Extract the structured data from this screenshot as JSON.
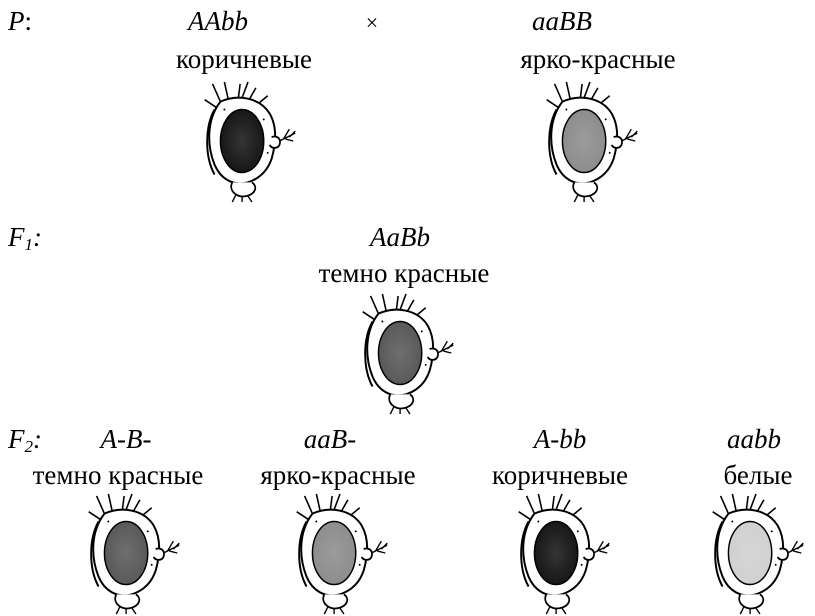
{
  "parents": {
    "label": "P",
    "label_suffix": ":",
    "cross_symbol": "×",
    "left": {
      "genotype": "AAbb",
      "phenotype": "коричневые",
      "eye_shade": "brown",
      "eye_color": "#111111"
    },
    "right": {
      "genotype": "aaBB",
      "phenotype": "ярко-красные",
      "eye_shade": "bright-red",
      "eye_color": "#8a8a8a"
    }
  },
  "f1": {
    "label": "F",
    "label_sub": "1",
    "label_suffix": ":",
    "genotype": "AaBb",
    "phenotype": "темно красные",
    "eye_shade": "dark-red",
    "eye_color": "#555555"
  },
  "f2": {
    "label": "F",
    "label_sub": "2",
    "label_suffix": ":",
    "offspring": [
      {
        "genotype": "A-B-",
        "phenotype": "темно красные",
        "eye_shade": "dark-red",
        "eye_color": "#555555"
      },
      {
        "genotype": "aaB-",
        "phenotype": "ярко-красные",
        "eye_shade": "bright-red",
        "eye_color": "#8a8a8a"
      },
      {
        "genotype": "A-bb",
        "phenotype": "коричневые",
        "eye_shade": "brown",
        "eye_color": "#111111"
      },
      {
        "genotype": "aabb",
        "phenotype": "белые",
        "eye_shade": "white",
        "eye_color": "#cfcfcf"
      }
    ]
  }
}
